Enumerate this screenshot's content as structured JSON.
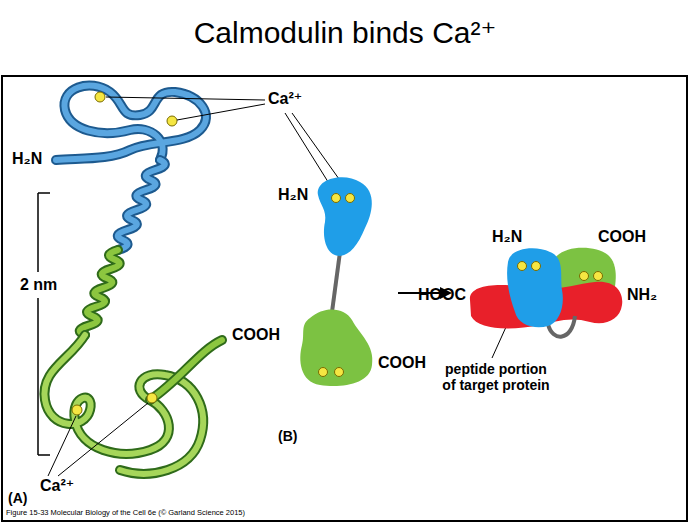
{
  "diagram": {
    "title": "Calmodulin binds Ca²⁺",
    "caption": "Figure 15-33 Molecular Biology of the Cell 6e (© Garland Science 2015)",
    "labels": [
      "Ca²⁺",
      "H₂N",
      "2 nm",
      "COOH",
      "Ca²⁺",
      "(A)",
      "H₂N",
      "COOH",
      "(B)",
      "H₂N",
      "COOH",
      "HOOC",
      "NH₂",
      "peptide portion of target protein"
    ]
  }
}
